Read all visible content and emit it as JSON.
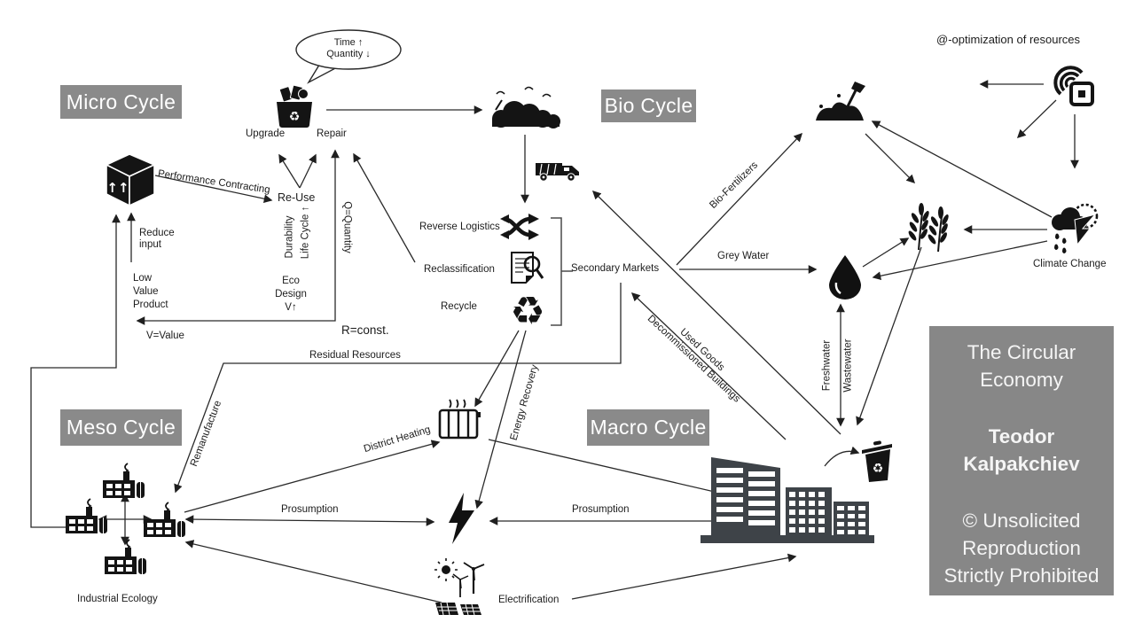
{
  "labels": {
    "micro": "Micro Cycle",
    "bio": "Bio Cycle",
    "meso": "Meso Cycle",
    "macro": "Macro Cycle"
  },
  "header": {
    "optimization": "@-optimization  of resources"
  },
  "bubble": [
    "Time ↑",
    "Quantity ↓"
  ],
  "flow": {
    "upgrade": "Upgrade",
    "repair": "Repair",
    "reuse": "Re-Use",
    "performance": "Performance Contracting",
    "reduce": [
      "Reduce",
      "input"
    ],
    "low_value": [
      "Low",
      "Value",
      "Product"
    ],
    "v_value": "V=Value",
    "durability": "Durability",
    "life_cycle": "Life Cycle ↑",
    "eco": [
      "Eco",
      "Design",
      "V↑"
    ],
    "q_quantity": "Q=Quantity",
    "r_const": "R=const.",
    "residual": "Residual Resources",
    "reverse_logistics": "Reverse Logistics",
    "reclassification": "Reclassification",
    "recycle": "Recycle",
    "secondary_markets": "Secondary Markets",
    "bio_fertilizers": "Bio-Fertilizers",
    "grey_water": "Grey Water",
    "climate_change": "Climate Change",
    "freshwater": "Freshwater",
    "wastewater": "Wastewater",
    "used": [
      "Used Goods",
      "Decommissioned Buildings"
    ],
    "remanufacture": "Remanufacture",
    "district_heating": "District Heating",
    "energy_recovery": "Energy Recovery",
    "prosumption_left": "Prosumption",
    "prosumption_right": "Prosumption",
    "electrification": "Electrification",
    "industrial_ecology": "Industrial Ecology"
  },
  "panel": [
    "The Circular Economy",
    "Teodor Kalpakchiev",
    "© Unsolicited Reproduction Strictly Prohibited"
  ],
  "icons": {
    "recycle_symbol": "♻",
    "box_arrows": "↑↑"
  },
  "colors": {
    "label_bg": "#8a8a8a",
    "panel_bg": "#878787",
    "ink": "#1c1c1c",
    "building": "#3e4348"
  }
}
